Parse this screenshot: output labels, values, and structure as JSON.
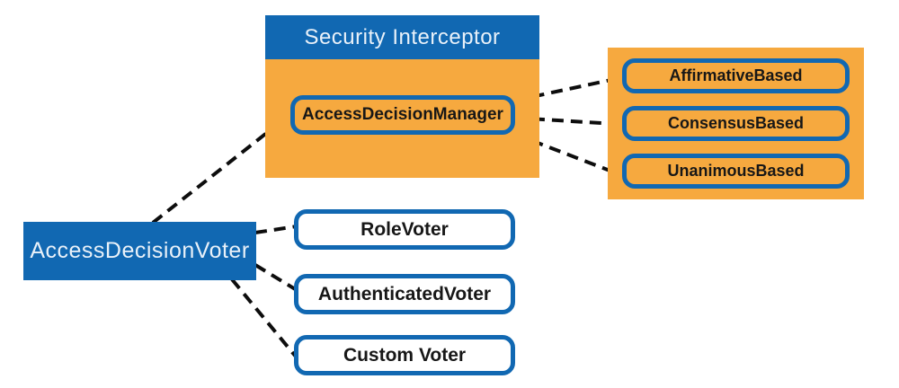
{
  "colors": {
    "blue": "#1168B2",
    "orange": "#F6A93F",
    "line_black": "#0D0D0D",
    "text_dark": "#171717",
    "text_light": "#E9F1F9"
  },
  "nodes": {
    "security_interceptor": {
      "label": "Security Interceptor"
    },
    "access_decision_manager": {
      "label": "AccessDecisionManager"
    },
    "strategies": [
      {
        "label": "AffirmativeBased"
      },
      {
        "label": "ConsensusBased"
      },
      {
        "label": "UnanimousBased"
      }
    ],
    "access_decision_voter": {
      "label": "AccessDecisionVoter"
    },
    "voters": [
      {
        "label": "RoleVoter"
      },
      {
        "label": "AuthenticatedVoter"
      },
      {
        "label": "Custom Voter"
      }
    ]
  },
  "edges": [
    {
      "from": "AccessDecisionVoter",
      "to": "AccessDecisionManager",
      "style": "dashed"
    },
    {
      "from": "AccessDecisionVoter",
      "to": "RoleVoter",
      "style": "dashed"
    },
    {
      "from": "AccessDecisionVoter",
      "to": "AuthenticatedVoter",
      "style": "dashed"
    },
    {
      "from": "AccessDecisionVoter",
      "to": "Custom Voter",
      "style": "dashed"
    },
    {
      "from": "AccessDecisionManager",
      "to": "AffirmativeBased",
      "style": "dashed"
    },
    {
      "from": "AccessDecisionManager",
      "to": "ConsensusBased",
      "style": "dashed"
    },
    {
      "from": "AccessDecisionManager",
      "to": "UnanimousBased",
      "style": "dashed"
    }
  ]
}
